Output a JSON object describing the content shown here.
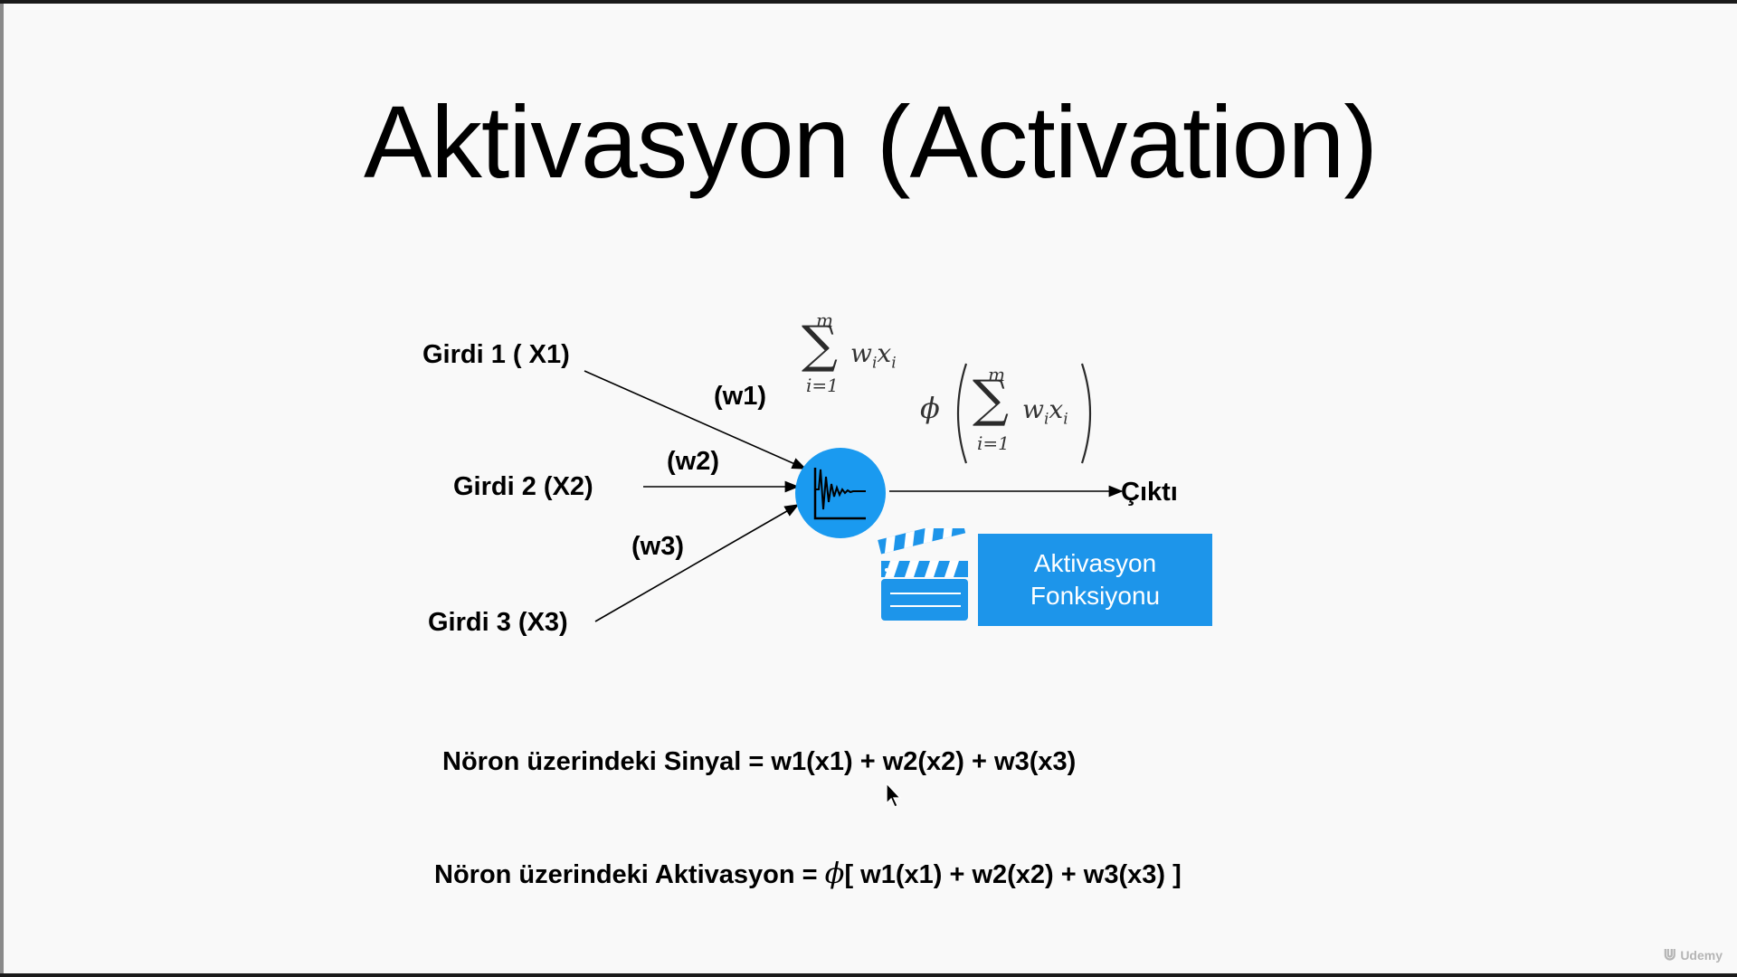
{
  "slide": {
    "title": "Aktivasyon (Activation)"
  },
  "diagram": {
    "inputs": [
      {
        "label": "Girdi 1 ( X1)"
      },
      {
        "label": "Girdi 2 (X2)"
      },
      {
        "label": "Girdi 3 (X3)"
      }
    ],
    "weights": [
      "(w1)",
      "(w2)",
      "(w3)"
    ],
    "output_label": "Çıktı",
    "activation_box": {
      "line1": "Aktivasyon",
      "line2": "Fonksiyonu"
    },
    "sum_formula": {
      "upper": "m",
      "lower": "i=1",
      "term": "w",
      "term_sub": "i",
      "term2": "x",
      "term2_sub": "i"
    },
    "phi_symbol": "ϕ"
  },
  "formulas": {
    "signal": "Nöron üzerindeki Sinyal = w1(x1) + w2(x2) + w3(x3)",
    "activation_prefix": "Nöron üzerindeki Aktivasyon =",
    "activation_phi": "ϕ",
    "activation_body": "[ w1(x1) + w2(x2) + w3(x3) ]"
  },
  "watermark": {
    "text": "Udemy"
  },
  "colors": {
    "accent": "#1d95ea",
    "neuron": "#1a9af0"
  },
  "icons": {
    "neuron": "signal-graph-icon",
    "clapperboard": "clapperboard-icon",
    "cursor": "mouse-pointer-icon"
  }
}
